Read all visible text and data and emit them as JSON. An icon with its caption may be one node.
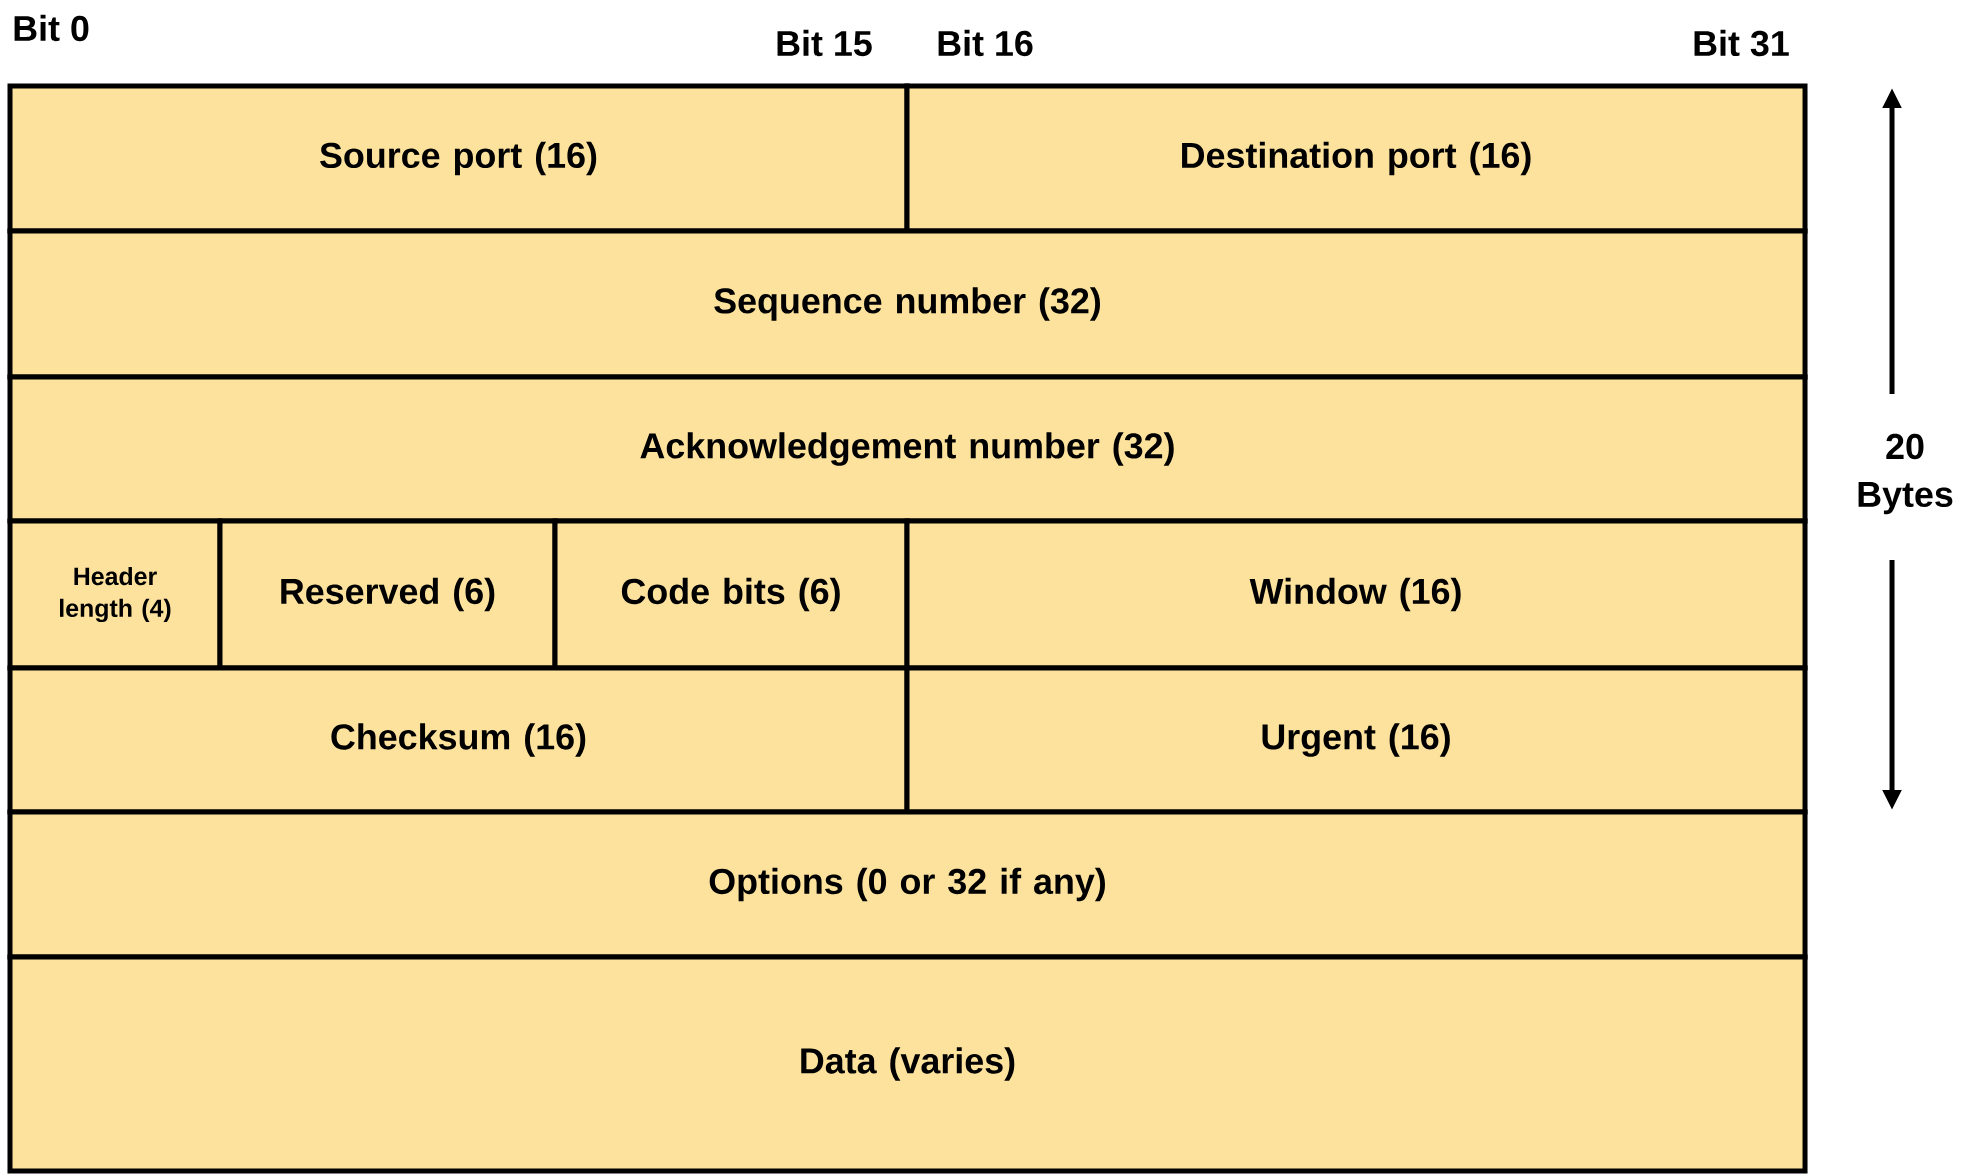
{
  "diagram": {
    "nodes": [
      {
        "text": [
          "Source port (16)"
        ]
      },
      {
        "text": [
          "Destination port (16)"
        ]
      },
      {
        "text": [
          "Sequence number (32)"
        ]
      },
      {
        "text": [
          "Acknowledgement number (32)"
        ]
      },
      {
        "text": [
          "Header length (4)"
        ]
      },
      {
        "text": [
          "Reserved (6)"
        ]
      },
      {
        "text": [
          "Code bits (6)"
        ]
      },
      {
        "text": [
          "Window (16)"
        ]
      },
      {
        "text": [
          "Checksum (16)"
        ]
      },
      {
        "text": [
          "Urgent (16)"
        ]
      },
      {
        "text": [
          "Options (0 or 32 if any)"
        ]
      },
      {
        "text": [
          "Data (varies)"
        ]
      }
    ],
    "labels": [
      "Bit 0",
      "Bit 15",
      "Bit 16",
      "Bit 31",
      "20 Bytes"
    ]
  }
}
